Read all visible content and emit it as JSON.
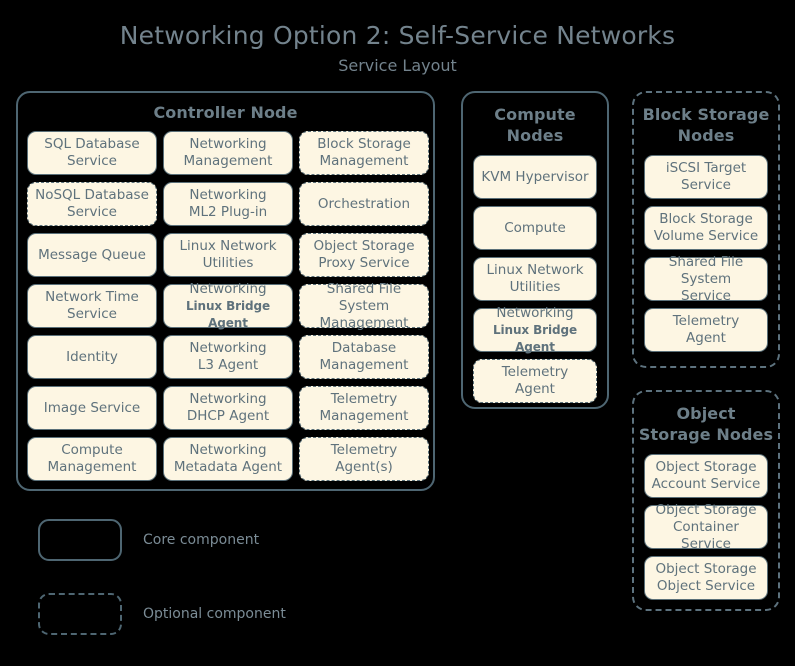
{
  "title": {
    "main": "Networking Option 2: Self-Service Networks",
    "subtitle": "Service Layout"
  },
  "colors": {
    "background": "#000000",
    "box_fill": "#fdf6e3",
    "box_border": "#5b7079",
    "container_border": "#4e6672",
    "text": "#5f727c",
    "title_text": "#73838d"
  },
  "controller_node": {
    "title": "Controller Node",
    "optional": false,
    "services": [
      {
        "line1": "SQL Database",
        "line2": "Service",
        "optional": false
      },
      {
        "line1": "Networking",
        "line2": "Management",
        "optional": false
      },
      {
        "line1": "Block Storage",
        "line2": "Management",
        "optional": true
      },
      {
        "line1": "NoSQL Database",
        "line2": "Service",
        "optional": true
      },
      {
        "line1": "Networking",
        "line2": "ML2 Plug-in",
        "optional": false
      },
      {
        "line1": "Orchestration",
        "line2": "",
        "optional": true
      },
      {
        "line1": "Message Queue",
        "line2": "",
        "optional": false
      },
      {
        "line1": "Linux Network",
        "line2": "Utilities",
        "optional": false
      },
      {
        "line1": "Object Storage",
        "line2": "Proxy Service",
        "optional": true
      },
      {
        "line1": "Network Time",
        "line2": "Service",
        "optional": false
      },
      {
        "line1": "Networking",
        "line2": "Linux Bridge Agent",
        "optional": false,
        "small_second": true
      },
      {
        "line1": "Shared File System",
        "line2": "Management",
        "optional": true
      },
      {
        "line1": "Identity",
        "line2": "",
        "optional": false
      },
      {
        "line1": "Networking",
        "line2": "L3 Agent",
        "optional": false
      },
      {
        "line1": "Database",
        "line2": "Management",
        "optional": true
      },
      {
        "line1": "Image Service",
        "line2": "",
        "optional": false
      },
      {
        "line1": "Networking",
        "line2": "DHCP Agent",
        "optional": false
      },
      {
        "line1": "Telemetry",
        "line2": "Management",
        "optional": true
      },
      {
        "line1": "Compute",
        "line2": "Management",
        "optional": false
      },
      {
        "line1": "Networking",
        "line2": "Metadata Agent",
        "optional": false
      },
      {
        "line1": "Telemetry",
        "line2": "Agent(s)",
        "optional": true
      }
    ]
  },
  "compute_nodes": {
    "title": "Compute\nNodes",
    "title_line1": "Compute",
    "title_line2": "Nodes",
    "optional": false,
    "services": [
      {
        "line1": "KVM Hypervisor",
        "line2": "",
        "optional": false
      },
      {
        "line1": "Compute",
        "line2": "",
        "optional": false
      },
      {
        "line1": "Linux Network",
        "line2": "Utilities",
        "optional": false
      },
      {
        "line1": "Networking",
        "line2": "Linux Bridge Agent",
        "optional": false,
        "small_second": true
      },
      {
        "line1": "Telemetry",
        "line2": "Agent",
        "optional": true
      }
    ]
  },
  "block_storage_nodes": {
    "title_line1": "Block Storage",
    "title_line2": "Nodes",
    "optional": true,
    "services": [
      {
        "line1": "iSCSI Target",
        "line2": "Service",
        "optional": false
      },
      {
        "line1": "Block Storage",
        "line2": "Volume Service",
        "optional": false
      },
      {
        "line1": "Shared File System",
        "line2": "Service",
        "optional": false
      },
      {
        "line1": "Telemetry",
        "line2": "Agent",
        "optional": false
      }
    ]
  },
  "object_storage_nodes": {
    "title_line1": "Object",
    "title_line2": "Storage Nodes",
    "optional": true,
    "services": [
      {
        "line1": "Object Storage",
        "line2": "Account Service",
        "optional": false
      },
      {
        "line1": "Object Storage",
        "line2": "Container Service",
        "optional": false
      },
      {
        "line1": "Object Storage",
        "line2": "Object Service",
        "optional": false
      }
    ]
  },
  "legend": {
    "core_label": "Core component",
    "optional_label": "Optional component"
  }
}
